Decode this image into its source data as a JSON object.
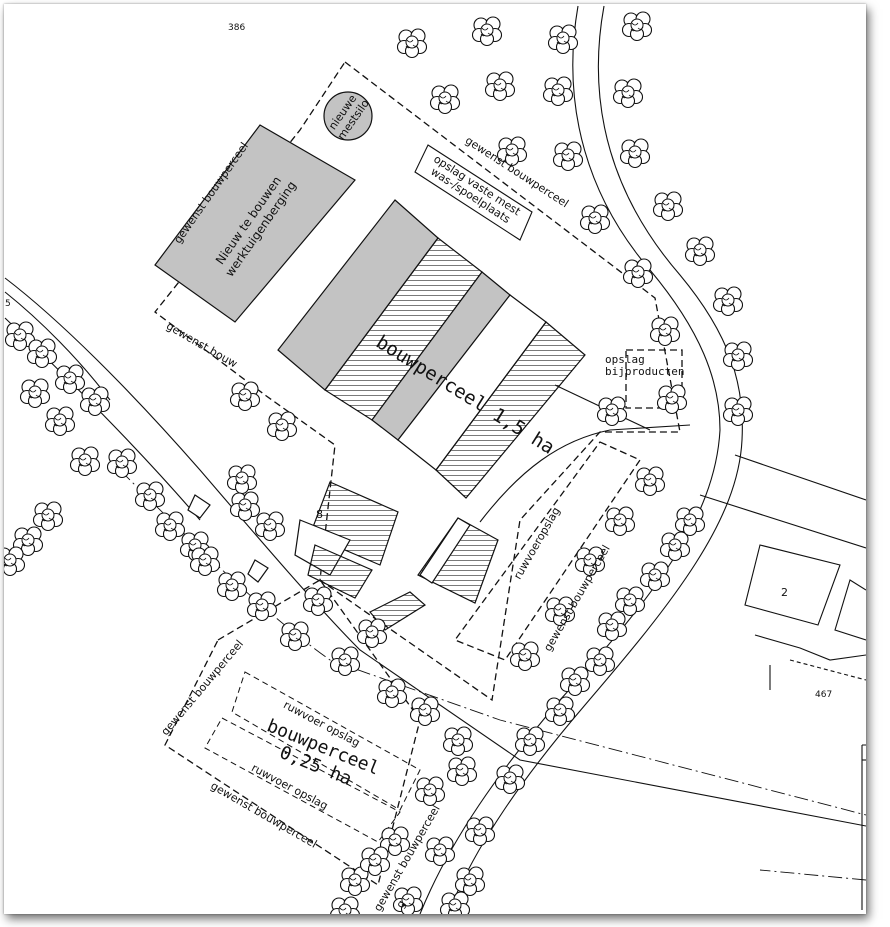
{
  "parcel_numbers": {
    "p386": "386",
    "p5": "5",
    "p467": "467",
    "p2": "2",
    "p8": "8"
  },
  "labels": {
    "mestsilo_1": "nieuwe",
    "mestsilo_2": "mestsilo",
    "werktuigen_1": "Nieuw  te bouwen",
    "werktuigen_2": "werktuigenberging",
    "opslag_mest_1": "opslag vaste mest",
    "opslag_mest_2": "was-/spoelplaats",
    "opslag_bij_1": "opslag",
    "opslag_bij_2": "bijproducten",
    "bouwperceel_main": "bouwperceel 1,5  ha",
    "bouwperceel_small_1": "bouwperceel",
    "bouwperceel_small_2": "0,25  ha",
    "ruwvoeropslag": "ruwvoeropslag",
    "ruwvoer_opslag": "ruwvoer opslag",
    "gewenst": "gewenst bouwperceel",
    "gewenst_short": "gewenst bouw",
    "gewenst_bottom": "gewenst bouwperceel",
    "gewenst_cut": "g"
  },
  "colors": {
    "line": "#111111",
    "grey": "#c3c3c3",
    "hatch": "#222222"
  }
}
